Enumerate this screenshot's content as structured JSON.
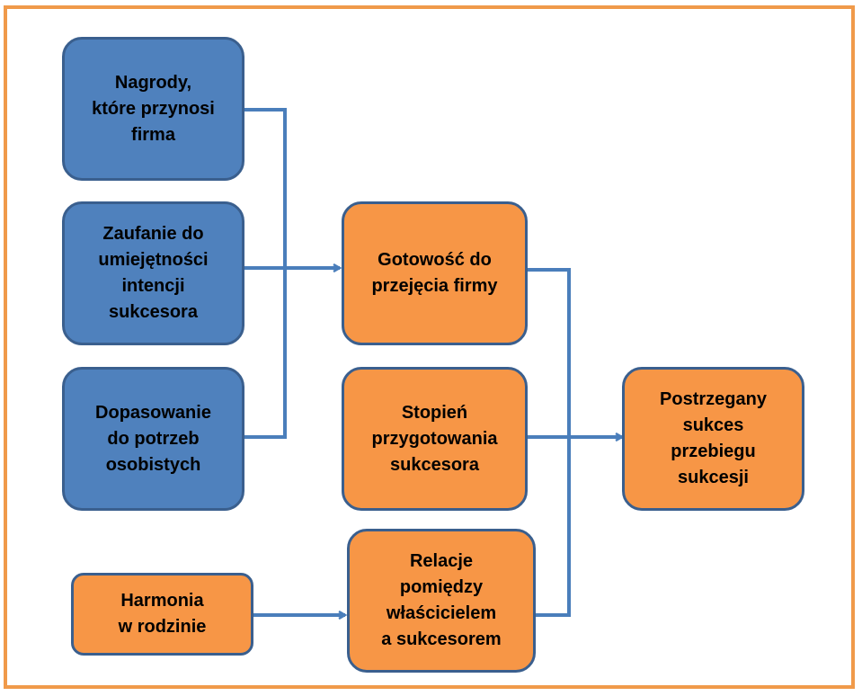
{
  "diagram": {
    "nodes": {
      "rewards": {
        "label": "Nagrody,\nktóre przynosi\nfirma"
      },
      "trust": {
        "label": "Zaufanie do\numiejętności\nintencji\nsukcesora"
      },
      "fit": {
        "label": "Dopasowanie\ndo potrzeb\nosobistych"
      },
      "harmony": {
        "label": "Harmonia\nw rodzinie"
      },
      "readiness": {
        "label": "Gotowość do\nprzejęcia firmy"
      },
      "preparation": {
        "label": "Stopień\nprzygotowania\nsukcesora"
      },
      "relations": {
        "label": "Relacje\npomiędzy\nwłaścicielem\na sukcesorem"
      },
      "success": {
        "label": "Postrzegany\nsukces\nprzebiegu\nsukcesji"
      }
    },
    "colors": {
      "blue_fill": "#4f81bd",
      "orange_fill": "#f79646",
      "box_border": "#3a5f8e",
      "connector": "#4a7ebb",
      "frame": "#f09a4a"
    }
  }
}
